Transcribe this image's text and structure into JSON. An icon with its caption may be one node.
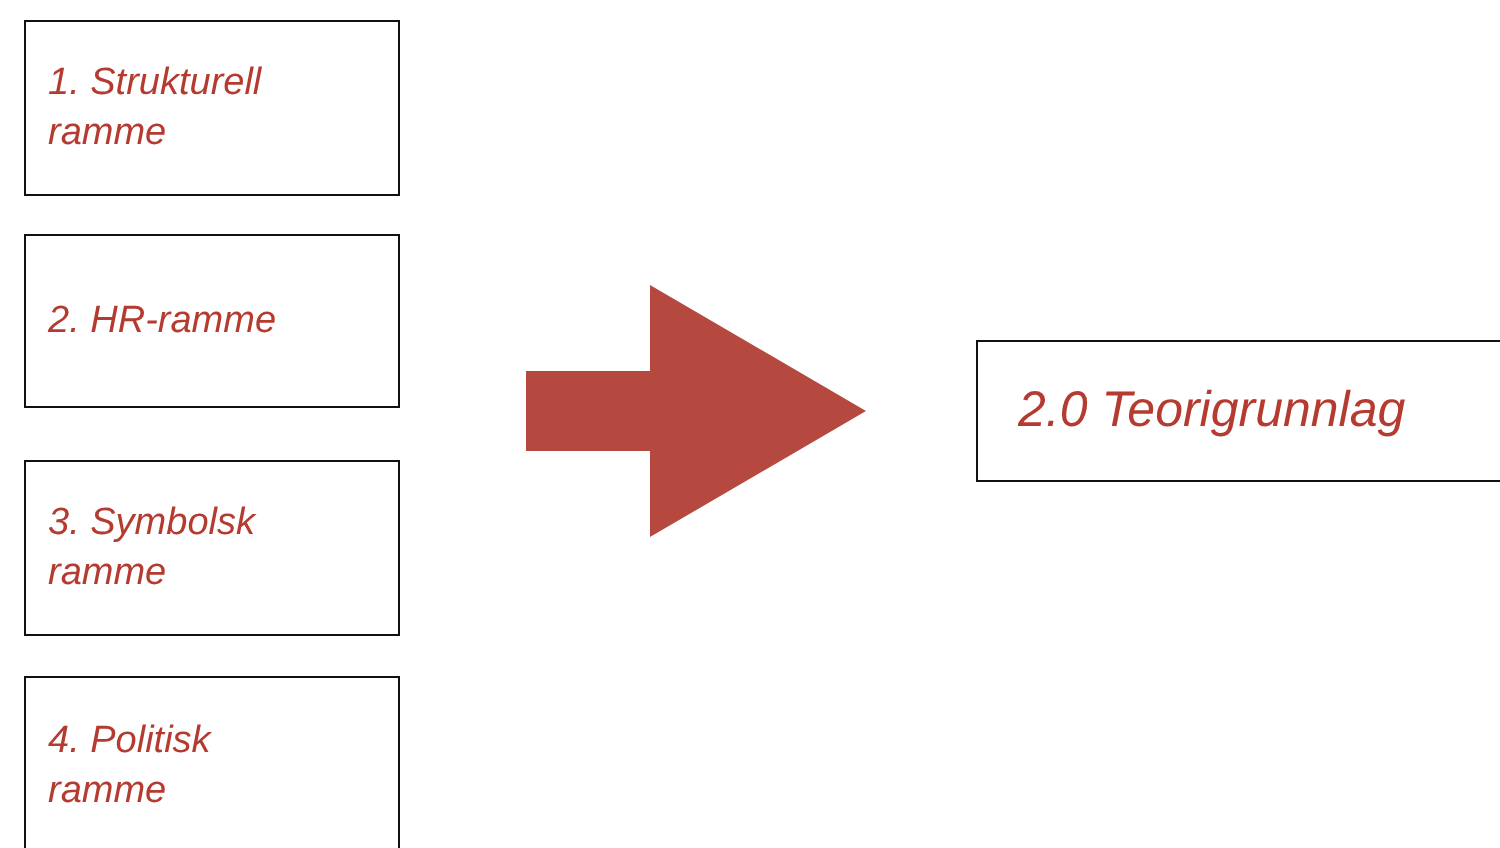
{
  "diagram": {
    "nodes": [
      {
        "text": [
          "1. Strukturell ramme"
        ]
      },
      {
        "text": [
          "2. HR-ramme"
        ]
      },
      {
        "text": [
          "3. Symbolsk ramme"
        ]
      },
      {
        "text": [
          "4. Politisk ramme"
        ]
      },
      {
        "text": [
          "2.0 Teorigrunnlag"
        ]
      }
    ],
    "edges": [
      {
        "from": 0,
        "to": 4,
        "arrow": "to"
      },
      {
        "from": 1,
        "to": 4,
        "arrow": "to"
      },
      {
        "from": 2,
        "to": 4,
        "arrow": "to"
      },
      {
        "from": 3,
        "to": 4,
        "arrow": "to"
      }
    ]
  }
}
